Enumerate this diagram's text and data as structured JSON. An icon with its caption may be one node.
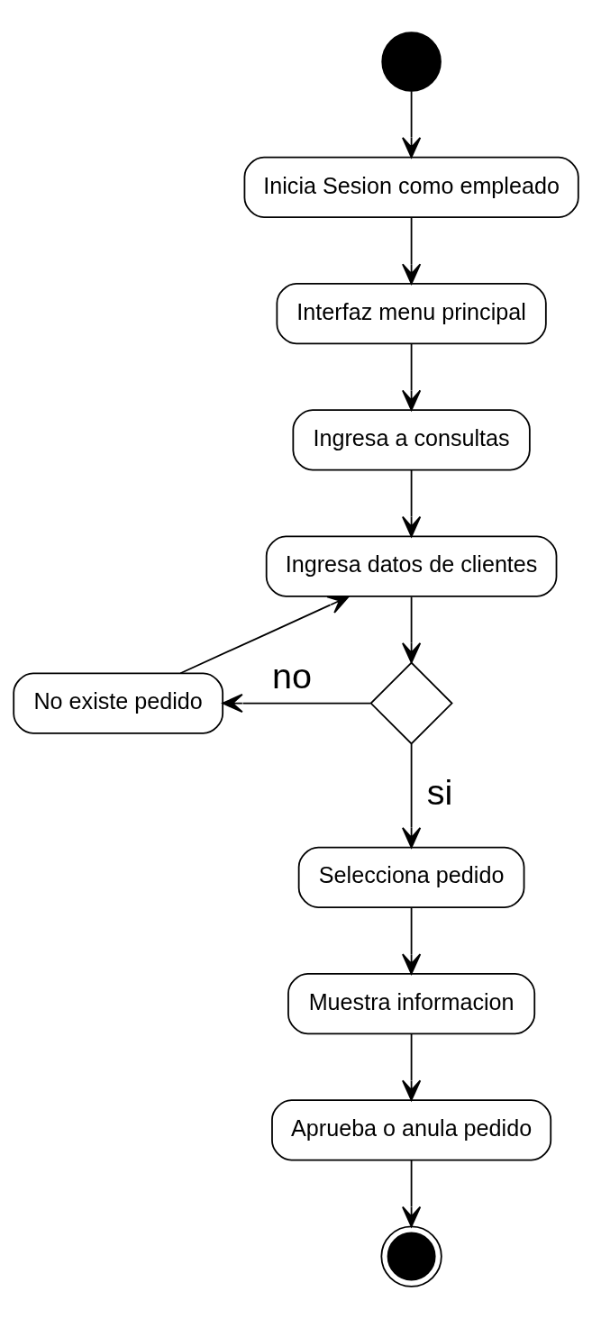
{
  "diagram": {
    "nodes": [
      {
        "text": [],
        "shape": "circle"
      },
      {
        "text": [
          "Inicia Sesion como empleado"
        ]
      },
      {
        "text": [
          "Interfaz menu principal"
        ]
      },
      {
        "text": [
          "Ingresa a consultas"
        ]
      },
      {
        "text": [
          "Ingresa datos de clientes"
        ]
      },
      {
        "text": [],
        "shape": "diamond"
      },
      {
        "text": [
          "No existe pedido"
        ]
      },
      {
        "text": [
          "Selecciona pedido"
        ]
      },
      {
        "text": [
          "Muestra informacion"
        ]
      },
      {
        "text": [
          "Aprueba o anula pedido"
        ]
      },
      {
        "text": [],
        "shape": "circle"
      }
    ],
    "edges": [
      {
        "from": 0,
        "to": 1,
        "arrow": "to"
      },
      {
        "from": 1,
        "to": 2,
        "arrow": "to"
      },
      {
        "from": 2,
        "to": 3,
        "arrow": "to"
      },
      {
        "from": 3,
        "to": 4,
        "arrow": "to"
      },
      {
        "from": 4,
        "to": 5,
        "arrow": "to"
      },
      {
        "from": 5,
        "to": 6,
        "arrow": "to",
        "label": "no"
      },
      {
        "from": 6,
        "to": 4,
        "arrow": "to"
      },
      {
        "from": 5,
        "to": 7,
        "arrow": "to",
        "label": "si"
      },
      {
        "from": 7,
        "to": 8,
        "arrow": "to"
      },
      {
        "from": 8,
        "to": 9,
        "arrow": "to"
      },
      {
        "from": 9,
        "to": 10,
        "arrow": "to"
      }
    ]
  }
}
